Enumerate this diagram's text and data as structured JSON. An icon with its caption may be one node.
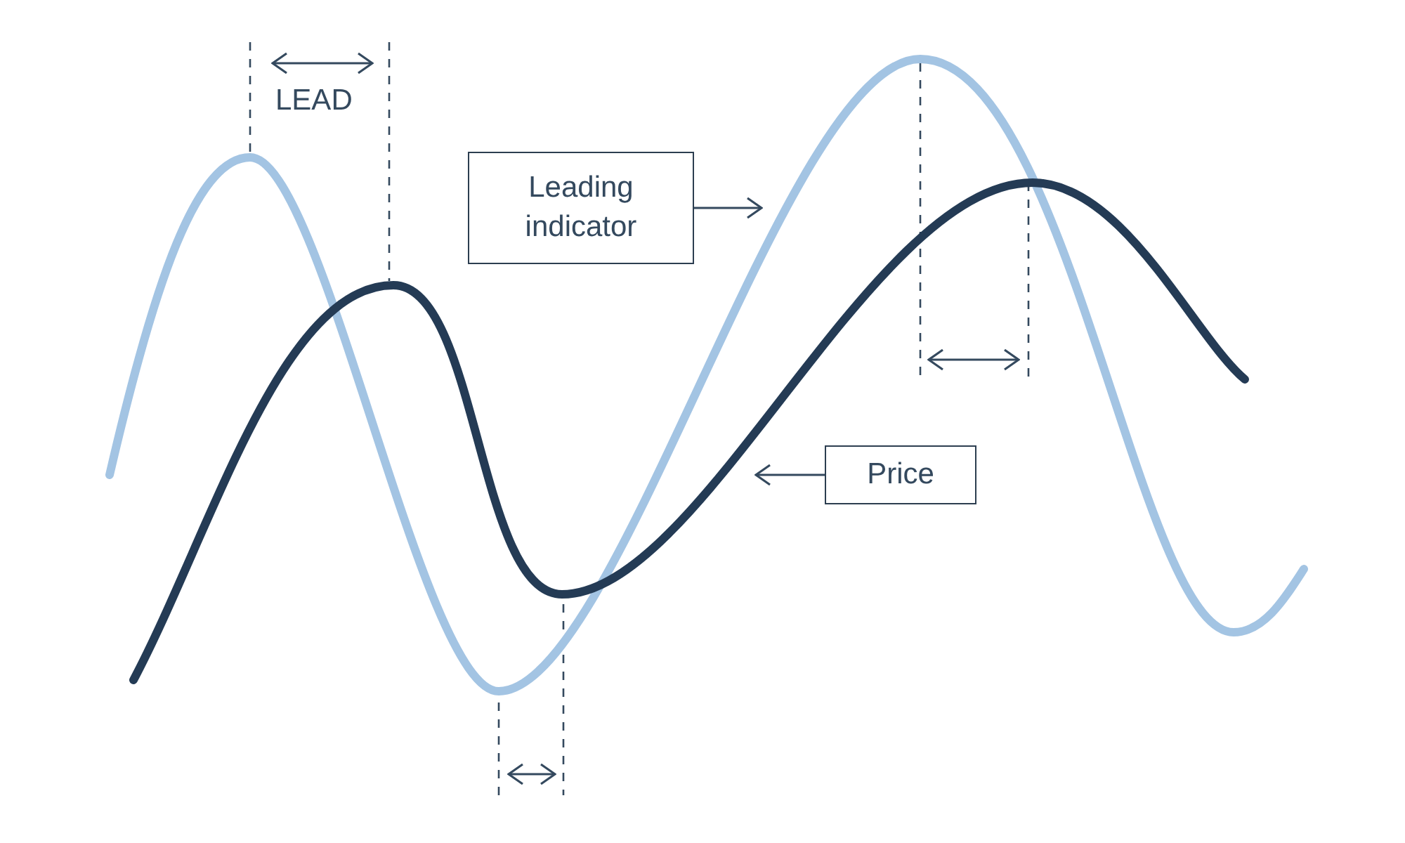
{
  "diagram": {
    "nodes": [
      {
        "text": [
          "Leading indicator"
        ]
      },
      {
        "text": [
          "Price"
        ]
      }
    ],
    "edges": [
      {
        "from": 0,
        "to": null,
        "arrow": "to"
      },
      {
        "from": 1,
        "to": null,
        "arrow": "to"
      }
    ],
    "labels": [
      "LEAD"
    ]
  }
}
